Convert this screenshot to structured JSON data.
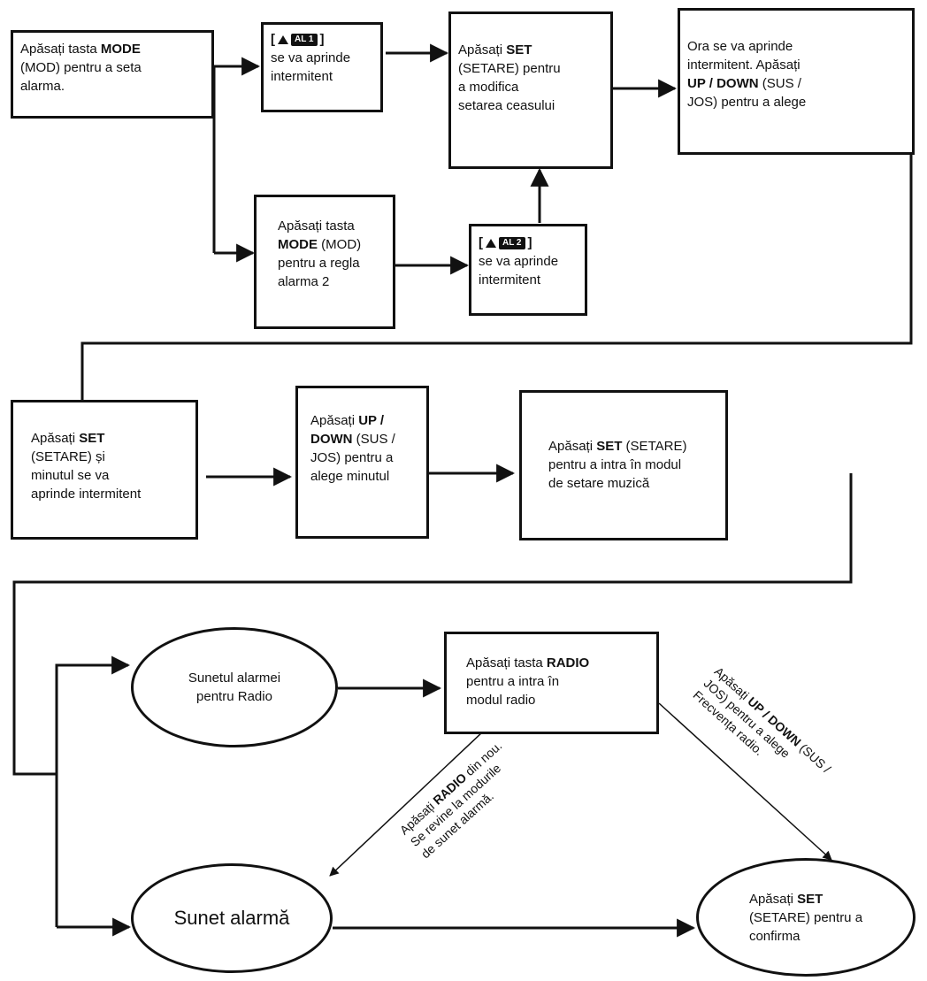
{
  "boxes": {
    "mode_a": [
      "Apăsați tasta ",
      "MODE",
      "(MOD) pentru a seta",
      "alarma."
    ],
    "al1_badge": "AL 1",
    "al1_text": [
      "se va aprinde",
      "intermitent"
    ],
    "set_a": [
      "Apăsați ",
      "SET",
      "(SETARE) pentru",
      "a modifica",
      "setarea ceasului"
    ],
    "hour": [
      "Ora se va aprinde",
      "intermitent. Apăsați",
      "UP / DOWN",
      " (SUS /",
      "JOS) pentru a alege"
    ],
    "mode_b": [
      "Apăsați tasta",
      "MODE",
      " (MOD)",
      "pentru a regla",
      "alarma 2"
    ],
    "al2_badge": "AL 2",
    "al2_text": [
      "se va aprinde",
      "intermitent"
    ],
    "set_min": [
      "Apăsați ",
      "SET",
      "(SETARE) și",
      "minutul se va",
      "aprinde intermitent"
    ],
    "updown_min": [
      "Apăsați ",
      "UP /",
      "DOWN",
      " (SUS /",
      "JOS) pentru a",
      "alege minutul"
    ],
    "set_music": [
      "Apăsați ",
      "SET",
      " (SETARE)",
      "pentru a intra în modul",
      "de setare muzică"
    ],
    "radio": [
      "Apăsați tasta ",
      "RADIO",
      "pentru a intra în",
      "modul radio"
    ]
  },
  "ellipses": {
    "radio_sound": [
      "Sunetul alarmei",
      "pentru Radio"
    ],
    "alarm_sound": "Sunet alarmă",
    "confirm": [
      "Apăsați ",
      "SET",
      "(SETARE) pentru a",
      "confirma"
    ]
  },
  "labels": {
    "radio_again": [
      "Apăsați ",
      "RADIO",
      " din nou.",
      "Se revine la modurile",
      "de sunet alarmă."
    ],
    "updown_freq": [
      "Apăsați ",
      "UP / DOWN",
      " (SUS /",
      "JOS) pentru a alege",
      "Frecvența radio."
    ]
  }
}
